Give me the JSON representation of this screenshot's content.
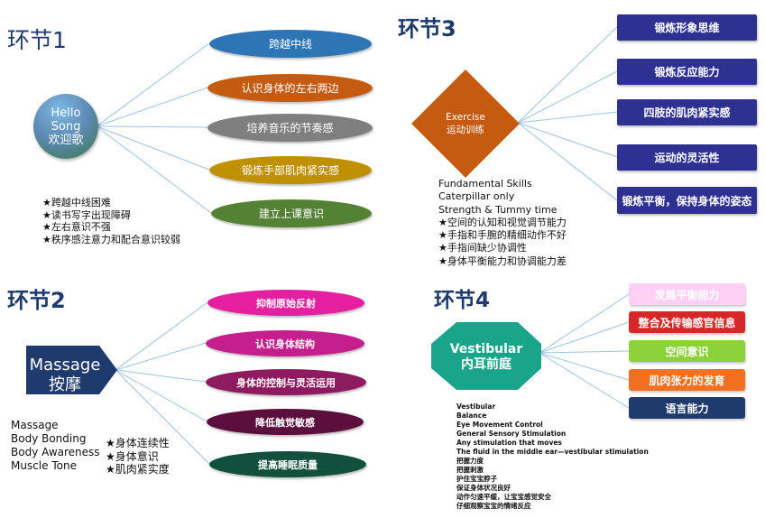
{
  "section1": {
    "title": "环节1",
    "hub_line1": "Hello",
    "hub_line2": "Song",
    "hub_line3": "欢迎歌",
    "branches": [
      {
        "label": "跨越中线",
        "color": "#2e75b6"
      },
      {
        "label": "认识身体的左右两边",
        "color": "#c55a11"
      },
      {
        "label": "培养音乐的节奏感",
        "color": "#7f7f7f"
      },
      {
        "label": "锻炼手部肌肉紧实感",
        "color": "#bf9000"
      },
      {
        "label": "建立上课意识",
        "color": "#548235"
      }
    ],
    "notes": [
      "★跨越中线困难",
      "★读书写字出现障碍",
      "★左右意识不强",
      "★秩序感注意力和配合意识较弱"
    ]
  },
  "section2": {
    "title": "环节2",
    "hub_line1": "Massage",
    "hub_line2": "按摩",
    "branches": [
      {
        "label": "抑制原始反射",
        "color": "#e61ea0"
      },
      {
        "label": "认识身体结构",
        "color": "#c51e8d"
      },
      {
        "label": "身体的控制与灵活运用",
        "color": "#8e1b60"
      },
      {
        "label": "降低触觉敏感",
        "color": "#5c0f3c"
      },
      {
        "label": "提高睡眠质量",
        "color": "#11503c"
      }
    ],
    "notes_left": [
      "Massage",
      "Body Bonding",
      "Body Awareness",
      "Muscle Tone"
    ],
    "notes_right": [
      "★身体连续性",
      "★身体意识",
      "★肌肉紧实度"
    ]
  },
  "section3": {
    "title": "环节3",
    "hub_line1": "Exercise",
    "hub_line2": "运动训练",
    "branches": [
      {
        "label": "锻炼形象思维"
      },
      {
        "label": "锻炼反应能力"
      },
      {
        "label": "四肢的肌肉紧实感"
      },
      {
        "label": "运动的灵活性"
      },
      {
        "label": "锻炼平衡，保持身体的姿态"
      }
    ],
    "branch_color": "#2e3192",
    "notes": [
      "Fundamental Skills",
      "Caterpillar only",
      "Strength & Tummy time",
      "★空间的认知和视觉调节能力",
      "★手指和手腕的精细动作不好",
      "★手指间缺少协调性",
      "★身体平衡能力和协调能力差"
    ]
  },
  "section4": {
    "title": "环节4",
    "hub_line1": "Vestibular",
    "hub_line2": "内耳前庭",
    "hub_color": "#1aa58a",
    "branches": [
      {
        "label": "发展平衡能力",
        "color": "#ffd0f5",
        "text_color": "#ffffff"
      },
      {
        "label": "整合及传输感官信息",
        "color": "#d62828",
        "text_color": "#ffffff"
      },
      {
        "label": "空间意识",
        "color": "#8dd13a",
        "text_color": "#ffffff"
      },
      {
        "label": "肌肉张力的发育",
        "color": "#f37021",
        "text_color": "#ffffff"
      },
      {
        "label": "语言能力",
        "color": "#1f3b6e",
        "text_color": "#ffffff"
      }
    ],
    "notes": [
      "Vestibular",
      "Balance",
      "Eye Movement Control",
      "General Sensory Stimulation",
      "Any stimulation that moves",
      "The fluid in the middle ear—vestibular stimulation",
      "把握力度",
      "把握刺激",
      "护住宝宝脖子",
      "保证身体状况良好",
      "动作匀速平缓，让宝宝感觉安全",
      "仔细观察宝宝的情绪反应"
    ]
  }
}
